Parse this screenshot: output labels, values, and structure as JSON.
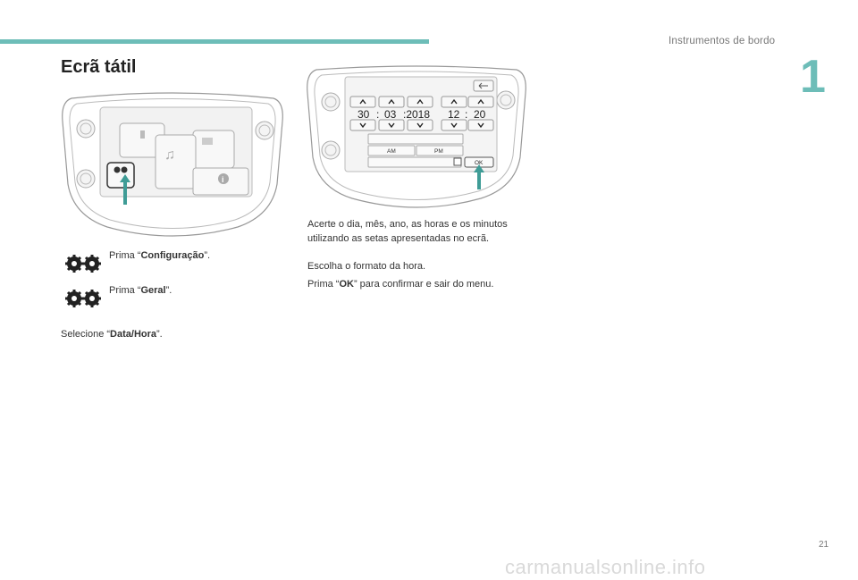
{
  "header": {
    "section_title": "Instrumentos de bordo",
    "chapter_number": "1"
  },
  "page": {
    "title": "Ecrã tátil",
    "page_number": "21"
  },
  "steps_left": [
    {
      "prefix": "Prima “",
      "bold": "Configuração",
      "suffix": "”."
    },
    {
      "prefix": "Prima “",
      "bold": "Geral",
      "suffix": "”."
    },
    {
      "prefix": "Selecione “",
      "bold": "Data/Hora",
      "suffix": "”."
    }
  ],
  "steps_right": {
    "line1": "Acerte o dia, mês, ano, as horas e os minutos",
    "line2": "utilizando as setas apresentadas no ecrã.",
    "format": "Escolha o formato da hora.",
    "ok": {
      "prefix": "Prima “",
      "bold": "OK",
      "suffix": "” para confirmar e sair do menu."
    }
  },
  "screen": {
    "date_values": [
      "30",
      ":",
      "03",
      ":2018",
      "12",
      ":",
      "20"
    ],
    "am_label": "AM",
    "pm_label": "PM",
    "ok_label": "OK"
  },
  "footer": {
    "watermark": "carmanualsonline.info"
  },
  "colors": {
    "accent": "#6dbdb8",
    "arrow": "#3f9c96"
  }
}
